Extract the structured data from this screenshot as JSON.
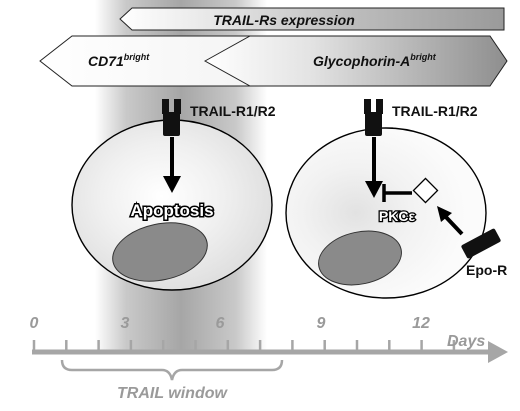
{
  "arrows": {
    "trail_rs_expression": "TRAIL-Rs expression",
    "cd71_base": "CD71",
    "cd71_sup": "bright",
    "glycophorin_base": "Glycophorin-A",
    "glycophorin_sup": "bright"
  },
  "left_cell": {
    "receptor_label": "TRAIL-R1/R2",
    "outcome_label": "Apoptosis"
  },
  "right_cell": {
    "receptor_label": "TRAIL-R1/R2",
    "inhibitor_label": "PKCε",
    "epo_receptor_label": "Epo-R"
  },
  "timeline": {
    "ticks": [
      "0",
      "3",
      "6",
      "9",
      "12"
    ],
    "unit_label": "Days",
    "window_label": "TRAIL window"
  },
  "colors": {
    "shading": "#8c8c8c",
    "nucleus": "#8a8a8a",
    "axis": "#a6a6a6",
    "axis_text": "#9a9a9a",
    "receptor": "#111111"
  }
}
